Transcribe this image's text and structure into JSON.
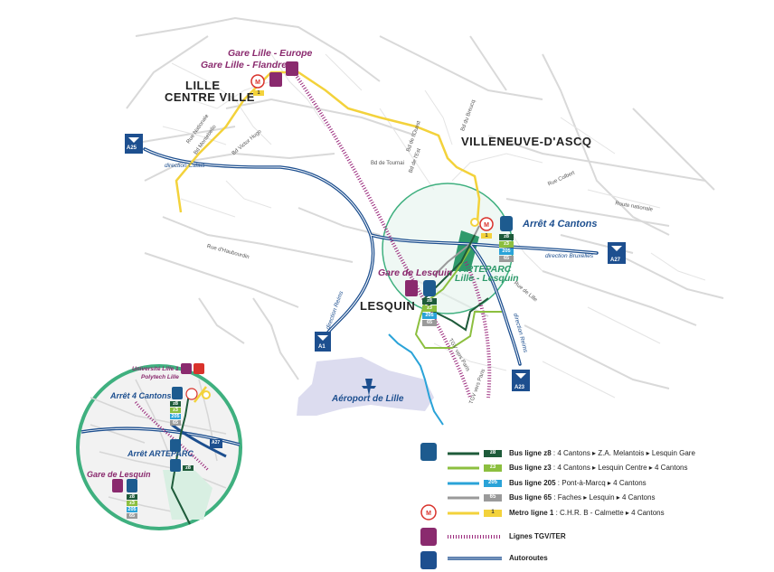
{
  "map": {
    "cities": {
      "lille_line1": "LILLE",
      "lille_line2": "CENTRE VILLE",
      "villeneuve": "VILLENEUVE-D'ASCQ",
      "lesquin": "LESQUIN"
    },
    "stations": {
      "gare_europe": "Gare Lille - Europe",
      "gare_flandres": "Gare Lille - Flandres",
      "gare_lesquin": "Gare de Lesquin",
      "arret_4cantons": "Arrêt 4 Cantons",
      "arteparc_line1": "ARTEPARC",
      "arteparc_line2": "Lille - Lesquin",
      "aeroport": "Aéroport de Lille"
    },
    "streets": {
      "rue_nationale": "Rue Nationale",
      "bd_montebello": "Bd Montebello",
      "bd_victor_hugo": "Bd Victor Hugo",
      "bd_ouest": "Bd de l'Ouest",
      "bd_tournai": "Bd de Tournai",
      "bd_est": "Bd de l'Est",
      "bd_breucq": "Bd du Breucq",
      "rue_colbert": "Rue Colbert",
      "route_nationale": "Route nationale",
      "rue_haubourdin": "Rue d'Haubourdin",
      "rue_lille": "Rue de Lille",
      "tgv_paris_1": "TGV vers Paris",
      "tgv_paris_2": "TGV vers Paris"
    },
    "directions": {
      "calais": "direction Calais",
      "bruxelles": "direction Bruxelles",
      "reims_a1": "direction Reims",
      "reims_a23": "direction Reims"
    },
    "motorways": {
      "a25": "A25",
      "a27": "A27",
      "a1": "A1",
      "a23": "A23",
      "a27_inset": "A27"
    },
    "badges": {
      "metro_1": "1",
      "z8": "z8",
      "z3": "z3",
      "b205": "205",
      "b65": "65"
    }
  },
  "inset": {
    "universite": "Université Lille 1",
    "polytech": "Polytech Lille",
    "arret_4cantons": "Arrêt 4 Cantons",
    "arret_arteparc": "Arrêt ARTEPARC",
    "gare_lesquin": "Gare de Lesquin"
  },
  "legend": {
    "items": [
      {
        "badge": "z8",
        "name": "Bus ligne z8",
        "route": " : 4 Cantons ▸ Z.A. Melantois ▸ Lesquin Gare",
        "color": "#1e5b3a"
      },
      {
        "badge": "z3",
        "name": "Bus ligne z3",
        "route": " : 4 Cantons ▸ Lesquin Centre ▸ 4 Cantons",
        "color": "#8cbf3f"
      },
      {
        "badge": "205",
        "name": "Bus ligne 205",
        "route": " : Pont-à-Marcq ▸ 4 Cantons",
        "color": "#2aa3d8"
      },
      {
        "badge": "65",
        "name": "Bus ligne 65",
        "route": " : Faches ▸ Lesquin ▸ 4 Cantons",
        "color": "#9a9a9a"
      },
      {
        "badge": "1",
        "name": "Metro ligne 1",
        "route": " : C.H.R. B - Calmette ▸ 4 Cantons",
        "color": "#f3d23b"
      },
      {
        "badge": "",
        "name": "Lignes TGV/TER",
        "route": "",
        "color": "#9b2a7d"
      },
      {
        "badge": "",
        "name": "Autoroutes",
        "route": "",
        "color": "#1d4f8f"
      }
    ]
  },
  "colors": {
    "road": "#d7d7d7",
    "motorway": "#1d4f8f",
    "metro": "#f3d23b",
    "tgv": "#9b2a7d",
    "z8": "#1e5b3a",
    "z3": "#8cbf3f",
    "b205": "#2aa3d8",
    "b65": "#9a9a9a",
    "airport": "#dcdcef",
    "circle": "#3fb07f"
  }
}
